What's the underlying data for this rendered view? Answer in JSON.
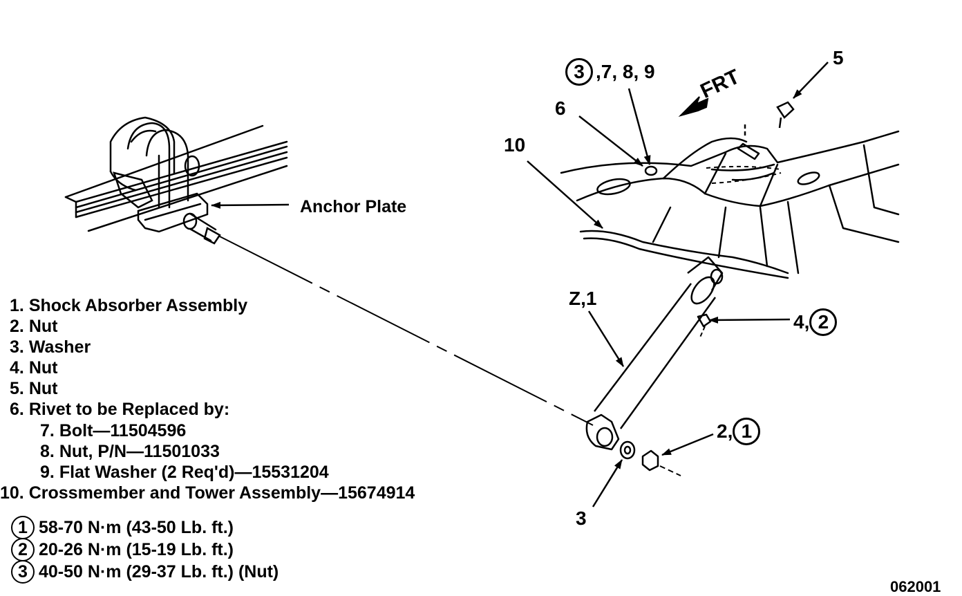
{
  "labels": {
    "anchor_plate": "Anchor Plate",
    "frt": "FRT",
    "figure_number": "062001"
  },
  "callouts": {
    "c379_circled": "3",
    "c379_rest": ",7, 8, 9",
    "c5": "5",
    "c6": "6",
    "c10": "10",
    "cz1": "Z,1",
    "c42_prefix": "4,",
    "c42_circled": "2",
    "c21_prefix": "2,",
    "c21_circled": "1",
    "c3": "3"
  },
  "legend": [
    {
      "num": "1.",
      "text": "Shock Absorber Assembly"
    },
    {
      "num": "2.",
      "text": "Nut"
    },
    {
      "num": "3.",
      "text": "Washer"
    },
    {
      "num": "4.",
      "text": "Nut"
    },
    {
      "num": "5.",
      "text": "Nut"
    },
    {
      "num": "6.",
      "text": "Rivet to be Replaced by:"
    },
    {
      "num": "7.",
      "text": "Bolt—11504596"
    },
    {
      "num": "8.",
      "text": "Nut, P/N—11501033"
    },
    {
      "num": "9.",
      "text": "Flat Washer (2 Req'd)—15531204"
    },
    {
      "num": "10.",
      "text": "Crossmember and Tower Assembly—15674914"
    }
  ],
  "torque": [
    {
      "num": "1",
      "text": "58-70 N·m (43-50 Lb. ft.)"
    },
    {
      "num": "2",
      "text": "20-26 N·m (15-19 Lb. ft.)"
    },
    {
      "num": "3",
      "text": "40-50 N·m (29-37 Lb. ft.) (Nut)"
    }
  ]
}
